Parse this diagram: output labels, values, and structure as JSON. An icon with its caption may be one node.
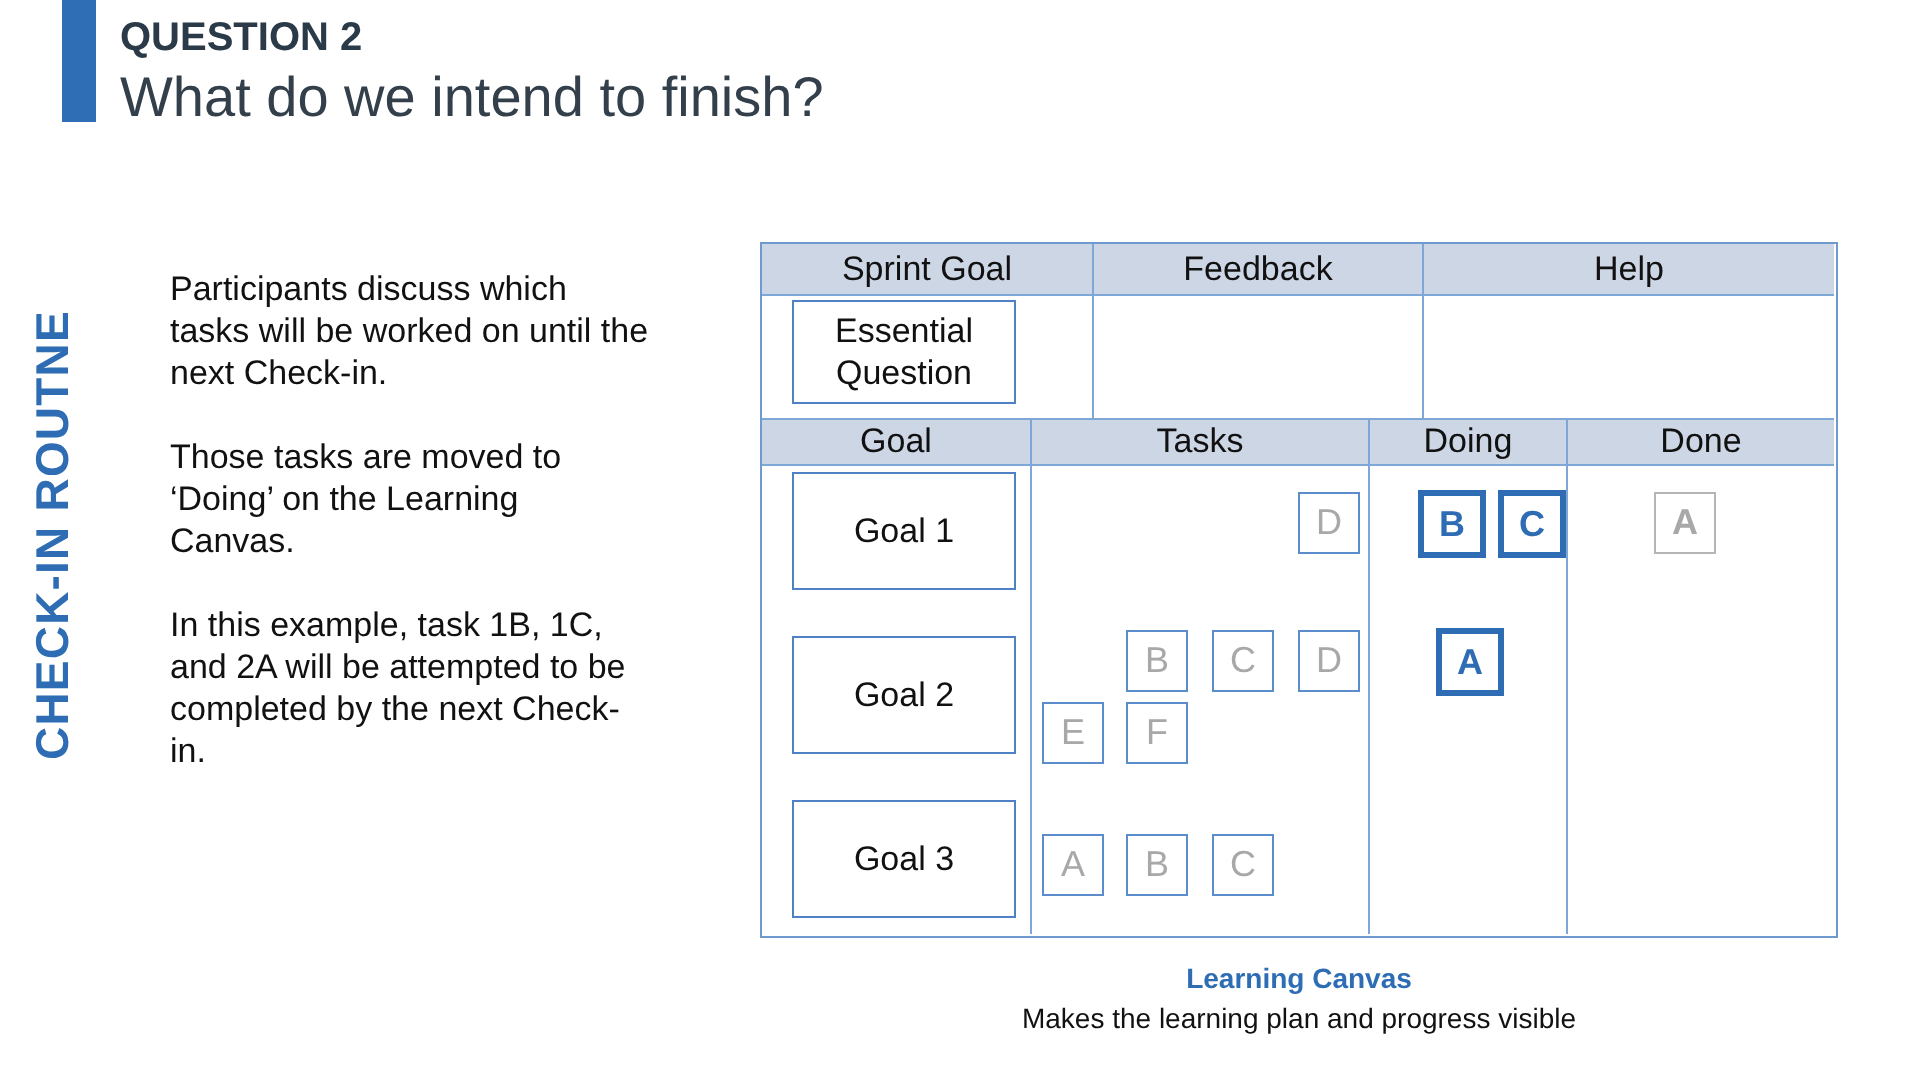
{
  "diagram": {
    "title": "What do we intend to finish?",
    "nodes": [
      {
        "text": [],
        "shape": "box",
        "beside": [
          "Learning Canvas",
          "Makes the learning plan and progress visible"
        ]
      },
      {
        "text": [
          "Sprint Goal"
        ],
        "in": 0
      },
      {
        "text": [
          "Essential Question"
        ],
        "in": 1
      },
      {
        "text": [
          "Feedback"
        ],
        "in": 0
      },
      {
        "text": [
          "Help"
        ],
        "in": 0
      },
      {
        "text": [
          "Goal"
        ],
        "in": 0
      },
      {
        "text": [
          "Goal 1"
        ],
        "in": 5
      },
      {
        "text": [
          "Goal 2"
        ],
        "in": 5
      },
      {
        "text": [
          "Goal 3"
        ],
        "in": 5
      },
      {
        "text": [
          "Tasks"
        ],
        "in": 0
      },
      {
        "text": [
          "D"
        ],
        "in": 9
      },
      {
        "text": [
          "B"
        ],
        "in": 9
      },
      {
        "text": [
          "C"
        ],
        "in": 9
      },
      {
        "text": [
          "D"
        ],
        "in": 9
      },
      {
        "text": [
          "E"
        ],
        "in": 9
      },
      {
        "text": [
          "F"
        ],
        "in": 9
      },
      {
        "text": [
          "A"
        ],
        "in": 9
      },
      {
        "text": [
          "B"
        ],
        "in": 9
      },
      {
        "text": [
          "C"
        ],
        "in": 9
      },
      {
        "text": [
          "Doing"
        ],
        "in": 0
      },
      {
        "text": [
          "B"
        ],
        "in": 19
      },
      {
        "text": [
          "C"
        ],
        "in": 19
      },
      {
        "text": [
          "A"
        ],
        "in": 19
      },
      {
        "text": [
          "Done"
        ],
        "in": 0
      },
      {
        "text": [
          "A"
        ],
        "in": 23
      }
    ],
    "labels": [
      "QUESTION 2",
      "CHECK-IN ROUTNE",
      "Participants discuss which tasks will be worked on until the next Check-in.",
      "Those tasks are moved to ‘Doing’ on the Learning Canvas.",
      "In this example, task 1B, 1C, and 2A will be attempted to be completed by the next Check-in."
    ]
  }
}
